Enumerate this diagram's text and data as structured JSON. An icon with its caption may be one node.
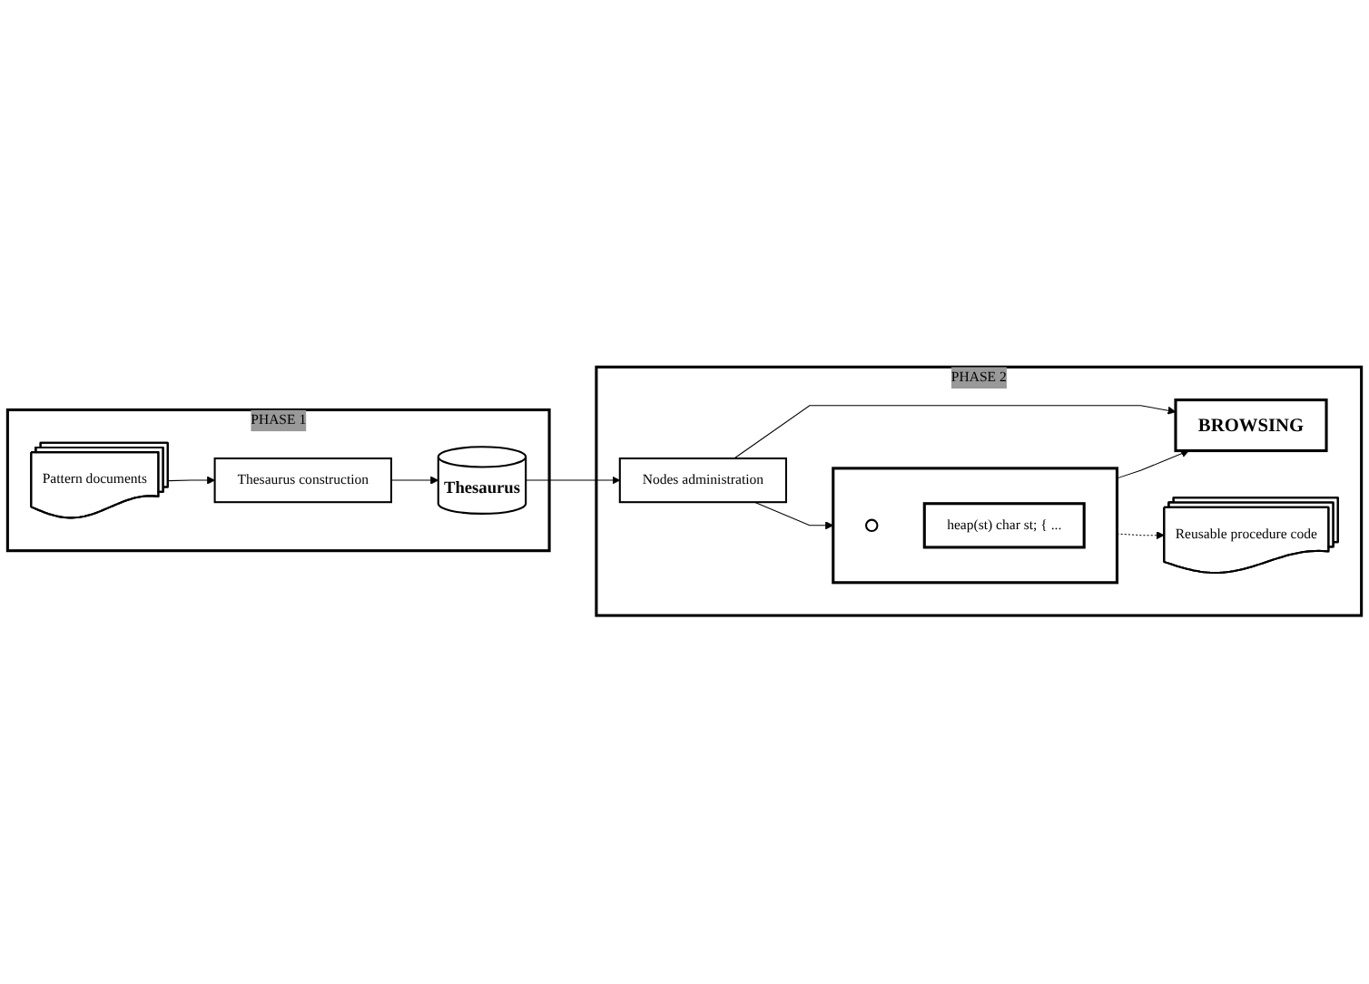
{
  "diagram": {
    "nodes": [
      {
        "text": [
          "PHASE 1"
        ]
      },
      {
        "text": [
          "Pattern documents"
        ],
        "in": 0
      },
      {
        "text": [
          "Thesaurus construction"
        ],
        "in": 0
      },
      {
        "text": [
          "Thesaurus"
        ],
        "in": 0
      },
      {
        "text": [
          "PHASE 2"
        ]
      },
      {
        "text": [],
        "shape": "box",
        "in": 4
      },
      {
        "text": [],
        "shape": "circle",
        "in": 5
      },
      {
        "text": [
          "heap(st) char st; { ..."
        ],
        "in": 5
      },
      {
        "text": [
          "Nodes administration"
        ],
        "in": 4
      },
      {
        "text": [
          "BROWSING"
        ],
        "in": 4
      },
      {
        "text": [
          "Reusable procedure code"
        ],
        "in": 4
      }
    ],
    "edges": [
      {
        "from": 1,
        "to": 2,
        "arrow": "to"
      },
      {
        "from": 2,
        "to": 3,
        "arrow": "to"
      },
      {
        "from": 3,
        "to": 8,
        "arrow": "to"
      },
      {
        "from": 8,
        "to": 5,
        "arrow": "to"
      },
      {
        "from": 8,
        "to": 9,
        "arrow": "to"
      },
      {
        "from": 5,
        "to": 9,
        "arrow": "to"
      },
      {
        "from": 5,
        "to": 10,
        "arrow": "to",
        "style": "dashed"
      }
    ]
  }
}
